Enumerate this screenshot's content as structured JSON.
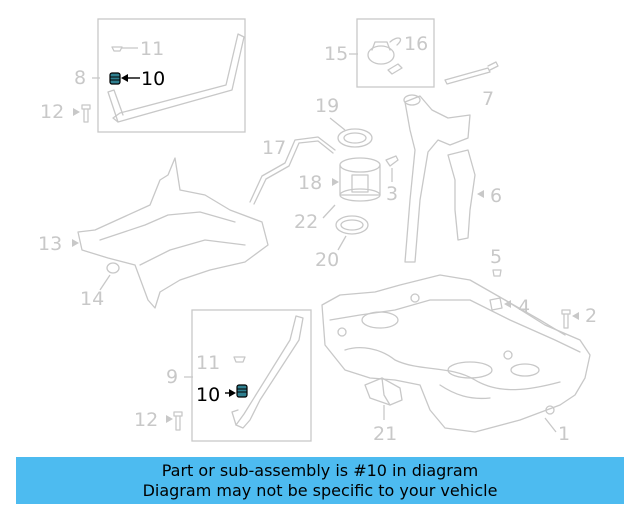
{
  "diagram": {
    "callouts": {
      "c1": "1",
      "c2": "2",
      "c3": "3",
      "c4": "4",
      "c5": "5",
      "c6": "6",
      "c7": "7",
      "c8": "8",
      "c9": "9",
      "c10a": "10",
      "c10b": "10",
      "c11a": "11",
      "c11b": "11",
      "c12a": "12",
      "c12b": "12",
      "c13": "13",
      "c14": "14",
      "c15": "15",
      "c16": "16",
      "c17": "17",
      "c18": "18",
      "c19": "19",
      "c20": "20",
      "c21": "21",
      "c22": "22"
    },
    "highlight_part": "10",
    "colors": {
      "line": "#c8c8c8",
      "highlight": "#000000",
      "highlight_fill": "#2f7f8f",
      "banner": "#4dbbf0"
    }
  },
  "banner": {
    "line1": "Part or sub-assembly is #10 in diagram",
    "line2": "Diagram may not be specific to your vehicle"
  }
}
